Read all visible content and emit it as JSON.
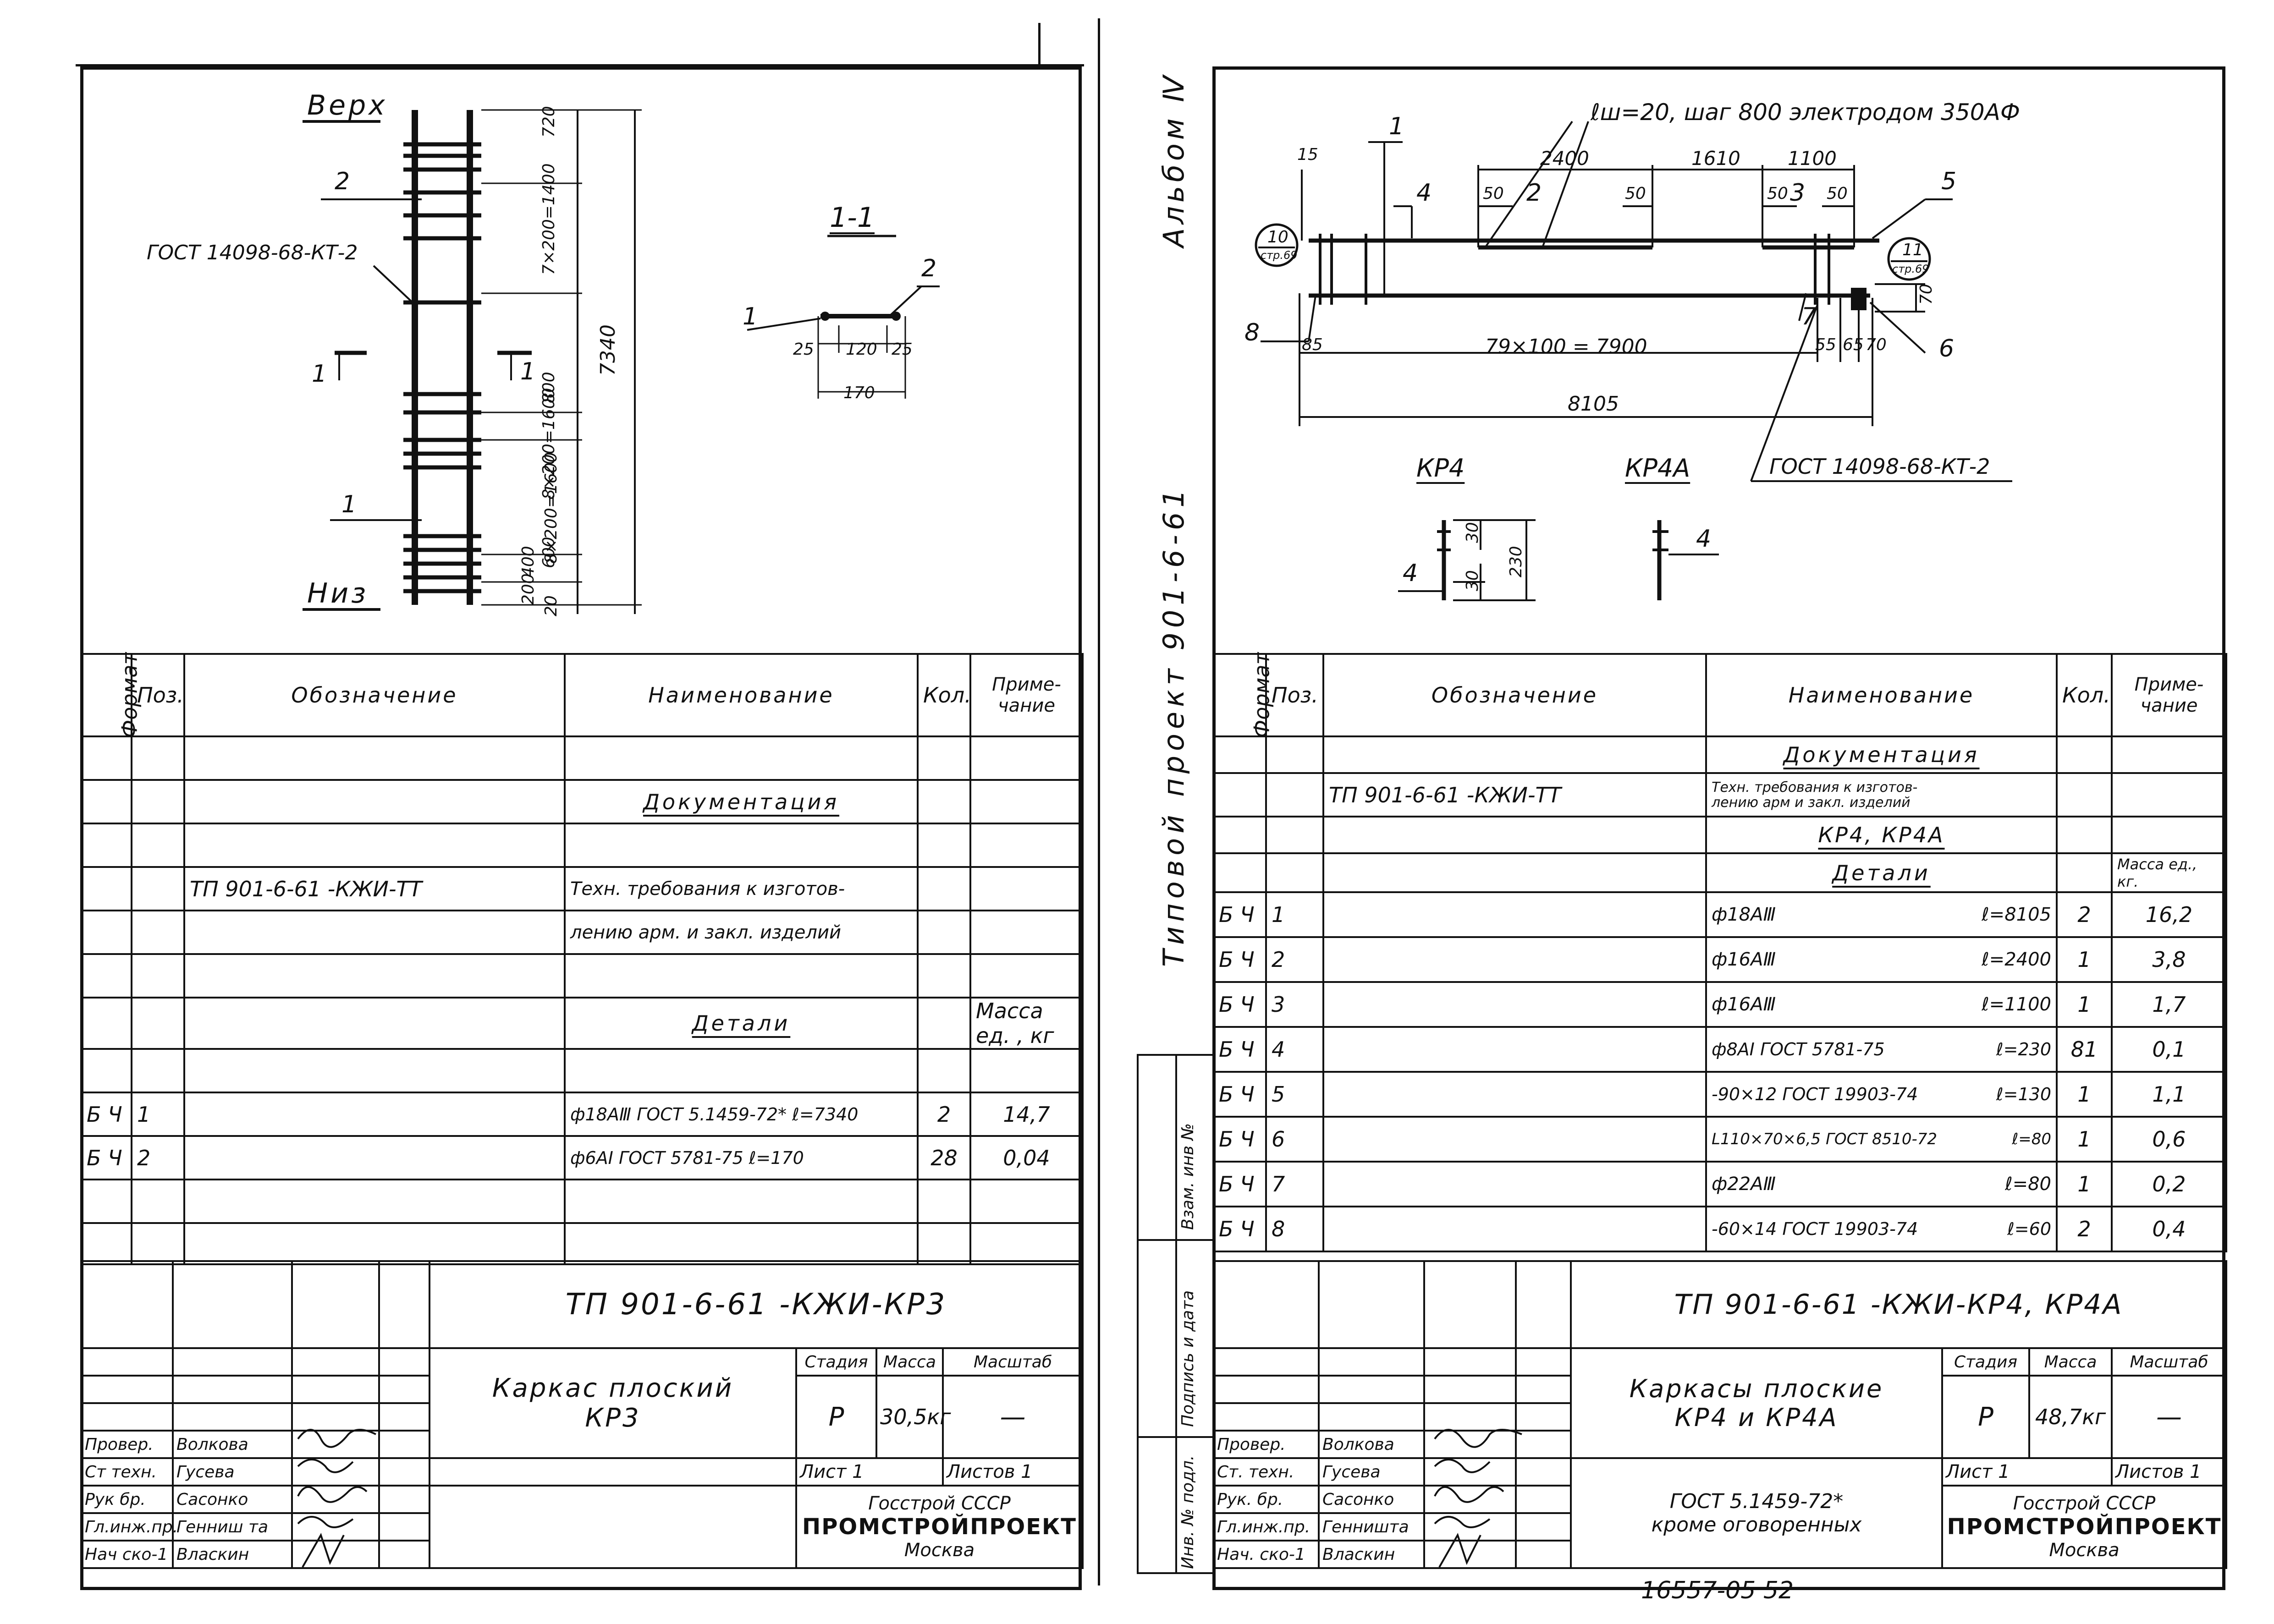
{
  "left": {
    "drawing": {
      "top_label": "Верх",
      "bottom_label": "Низ",
      "pos1": "1",
      "pos2": "2",
      "gost_label": "ГОСТ 14098-68-КТ-2",
      "section_mark_left": "1",
      "section_mark_right": "1",
      "dims": [
        "720",
        "7×200=1400",
        "800",
        "8×200=1600",
        "600",
        "8×200=1600",
        "400",
        "200",
        "20"
      ],
      "overall": "7340",
      "section_title": "1-1",
      "section_pos1": "1",
      "section_pos2": "2",
      "section_dims": [
        "25",
        "120",
        "25"
      ],
      "section_total": "170"
    },
    "table": {
      "headers": [
        "Формат",
        "Поз.",
        "Обозначение",
        "Наименование",
        "Кол.",
        "Приме- чание"
      ],
      "section_doc": "Документация",
      "doc_ref": "ТП 901-6-61 -КЖИ-ТТ",
      "doc_name1": "Техн. требования к изготов-",
      "doc_name2": "лению арм. и закл. изделий",
      "section_details": "Детали",
      "mass_note": "Масса ед. , кг",
      "rows": [
        {
          "fmt": "Б Ч",
          "pos": "1",
          "name": "ф18АⅢ ГОСТ 5.1459-72* ℓ=7340",
          "qty": "2",
          "note": "14,7"
        },
        {
          "fmt": "Б Ч",
          "pos": "2",
          "name": "ф6АI ГОСТ 5781-75 ℓ=170",
          "qty": "28",
          "note": "0,04"
        }
      ]
    },
    "stamp": {
      "code": "ТП 901-6-61 -КЖИ-КР3",
      "title1": "Каркас плоский",
      "title2": "КР3",
      "stage_h": "Стадия",
      "mass_h": "Масса",
      "scale_h": "Масштаб",
      "stage": "Р",
      "mass": "30,5кг",
      "scale": "—",
      "sheet": "Лист 1",
      "sheets": "Листов 1",
      "org1": "Госстрой СССР",
      "org2": "ПРОМСТРОЙПРОЕКТ",
      "org3": "Москва",
      "people": [
        {
          "role": "Провер.",
          "name": "Волкова"
        },
        {
          "role": "Ст техн.",
          "name": "Гусева"
        },
        {
          "role": "Рук бр.",
          "name": "Сасонко"
        },
        {
          "role": "Гл.инж.пр.",
          "name": "Генниш та"
        },
        {
          "role": "Нач ско-1",
          "name": "Власкин"
        }
      ]
    }
  },
  "right": {
    "drawing": {
      "weld_note": "ℓш=20, шаг 800 электродом 350АФ",
      "dims_top": [
        "15",
        "2400",
        "1610",
        "1100",
        "50",
        "50",
        "50",
        "50"
      ],
      "bottom_dim": "79×100 = 7900",
      "overall": "8105",
      "d85": "85",
      "d55": "55",
      "d65": "65",
      "d70a": "70",
      "d70b": "70",
      "marks": [
        "1",
        "2",
        "3",
        "4",
        "5",
        "6",
        "7",
        "8"
      ],
      "circle_left": "10",
      "circle_left_sub": "стр.69",
      "circle_right": "11",
      "circle_right_sub": "стр.69",
      "kr4": "КР4",
      "kr4a": "КР4А",
      "gost": "ГОСТ 14098-68-КТ-2",
      "kr4_dims": [
        "30",
        "30",
        "230"
      ],
      "kr4_pos": "4",
      "kr4a_pos": "4"
    },
    "table": {
      "headers": [
        "Формат",
        "Поз.",
        "Обозначение",
        "Наименование",
        "Кол.",
        "Приме- чание"
      ],
      "section_doc": "Документация",
      "doc_ref": "ТП 901-6-61 -КЖИ-ТТ",
      "doc_name1": "Техн. требования к изготов-",
      "doc_name2": "лению арм и закл. изделий",
      "section_kr": "КР4, КР4А",
      "section_details": "Детали",
      "mass_note": "Масса ед., кг.",
      "rows": [
        {
          "fmt": "Б Ч",
          "pos": "1",
          "name": "ф18АⅢ",
          "len": "ℓ=8105",
          "qty": "2",
          "note": "16,2"
        },
        {
          "fmt": "Б Ч",
          "pos": "2",
          "name": "ф16АⅢ",
          "len": "ℓ=2400",
          "qty": "1",
          "note": "3,8"
        },
        {
          "fmt": "Б Ч",
          "pos": "3",
          "name": "ф16АⅢ",
          "len": "ℓ=1100",
          "qty": "1",
          "note": "1,7"
        },
        {
          "fmt": "Б Ч",
          "pos": "4",
          "name": "ф8АI ГОСТ 5781-75",
          "len": "ℓ=230",
          "qty": "81",
          "note": "0,1"
        },
        {
          "fmt": "Б Ч",
          "pos": "5",
          "name": "-90×12 ГОСТ 19903-74",
          "len": "ℓ=130",
          "qty": "1",
          "note": "1,1"
        },
        {
          "fmt": "Б Ч",
          "pos": "6",
          "name": "L110×70×6,5 ГОСТ 8510-72",
          "len": "ℓ=80",
          "qty": "1",
          "note": "0,6"
        },
        {
          "fmt": "Б Ч",
          "pos": "7",
          "name": "ф22АⅢ",
          "len": "ℓ=80",
          "qty": "1",
          "note": "0,2"
        },
        {
          "fmt": "Б Ч",
          "pos": "8",
          "name": "-60×14 ГОСТ 19903-74",
          "len": "ℓ=60",
          "qty": "2",
          "note": "0,4"
        }
      ]
    },
    "side": {
      "album": "Альбом Ⅳ",
      "project": "Типовой проект 901-6-61",
      "vzam": "Взам. инв №",
      "podpis": "Подпись и дата",
      "inv": "Инв. № подл."
    },
    "stamp": {
      "code": "ТП 901-6-61 -КЖИ-КР4, КР4А",
      "title1": "Каркасы плоские",
      "title2": "КР4 и КР4А",
      "gost1": "ГОСТ 5.1459-72*",
      "gost2": "кроме оговоренных",
      "stage_h": "Стадия",
      "mass_h": "Масса",
      "scale_h": "Масштаб",
      "stage": "Р",
      "mass": "48,7кг",
      "scale": "—",
      "sheet": "Лист 1",
      "sheets": "Листов 1",
      "org1": "Госстрой СССР",
      "org2": "ПРОМСТРОЙПРОЕКТ",
      "org3": "Москва",
      "people": [
        {
          "role": "Провер.",
          "name": "Волкова"
        },
        {
          "role": "Ст. техн.",
          "name": "Гусева"
        },
        {
          "role": "Рук. бр.",
          "name": "Сасонко"
        },
        {
          "role": "Гл.инж.пр.",
          "name": "Генништа"
        },
        {
          "role": "Нач. ско-1",
          "name": "Власкин"
        }
      ]
    },
    "footer": "16557-05 52"
  }
}
